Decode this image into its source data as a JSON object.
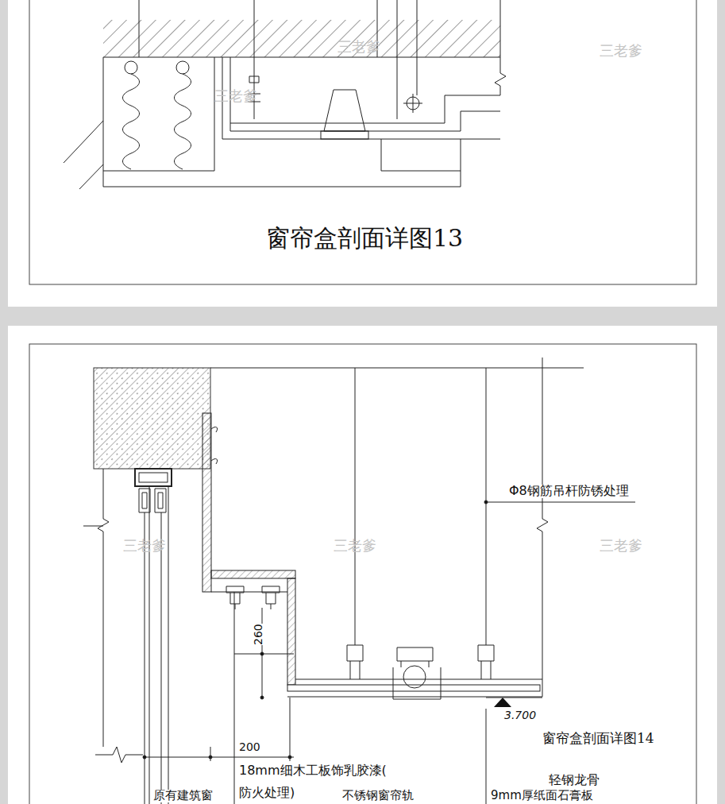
{
  "diagram": {
    "labels": [
      "窗帘盒剖面详图13",
      "Φ8钢筋吊杆防锈处理",
      "260",
      "3.700",
      "窗帘盒剖面详图14",
      "200",
      "18mm细木工板饰乳胶漆(",
      "防火处理)",
      "轻钢龙骨",
      "原有建筑窗",
      "不锈钢窗帘轨",
      "9mm厚纸面石膏板",
      "三老爹",
      "三老爹",
      "三老爹",
      "三老爹",
      "三老爹",
      "三老爹"
    ]
  }
}
